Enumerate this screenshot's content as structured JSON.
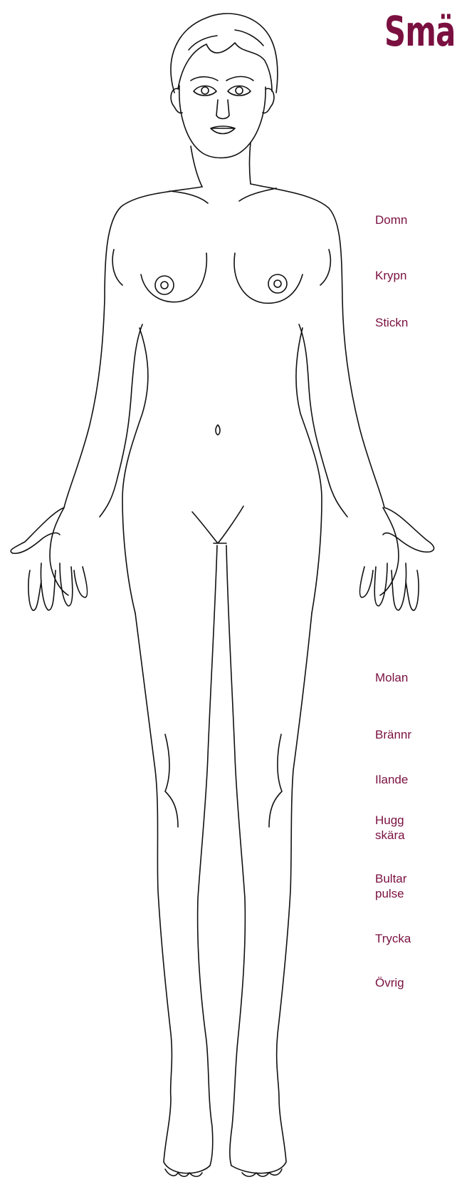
{
  "title": "Smär",
  "labels": [
    {
      "id": "domn",
      "text": "Domn"
    },
    {
      "id": "krypn",
      "text": "Krypn"
    },
    {
      "id": "stickn",
      "text": "Stickn"
    },
    {
      "id": "molan",
      "text": "Molan"
    },
    {
      "id": "branna",
      "text": "Brännr"
    },
    {
      "id": "ilande",
      "text": "Ilande"
    },
    {
      "id": "hugg1",
      "text": "Hugg"
    },
    {
      "id": "hugg2",
      "text": "skära"
    },
    {
      "id": "bult1",
      "text": "Bultar"
    },
    {
      "id": "bult2",
      "text": "pulse"
    },
    {
      "id": "tryck",
      "text": "Trycka"
    },
    {
      "id": "ovrig",
      "text": "Övrig"
    }
  ],
  "colors": {
    "accent": "#7a1040",
    "line": "#111111"
  }
}
